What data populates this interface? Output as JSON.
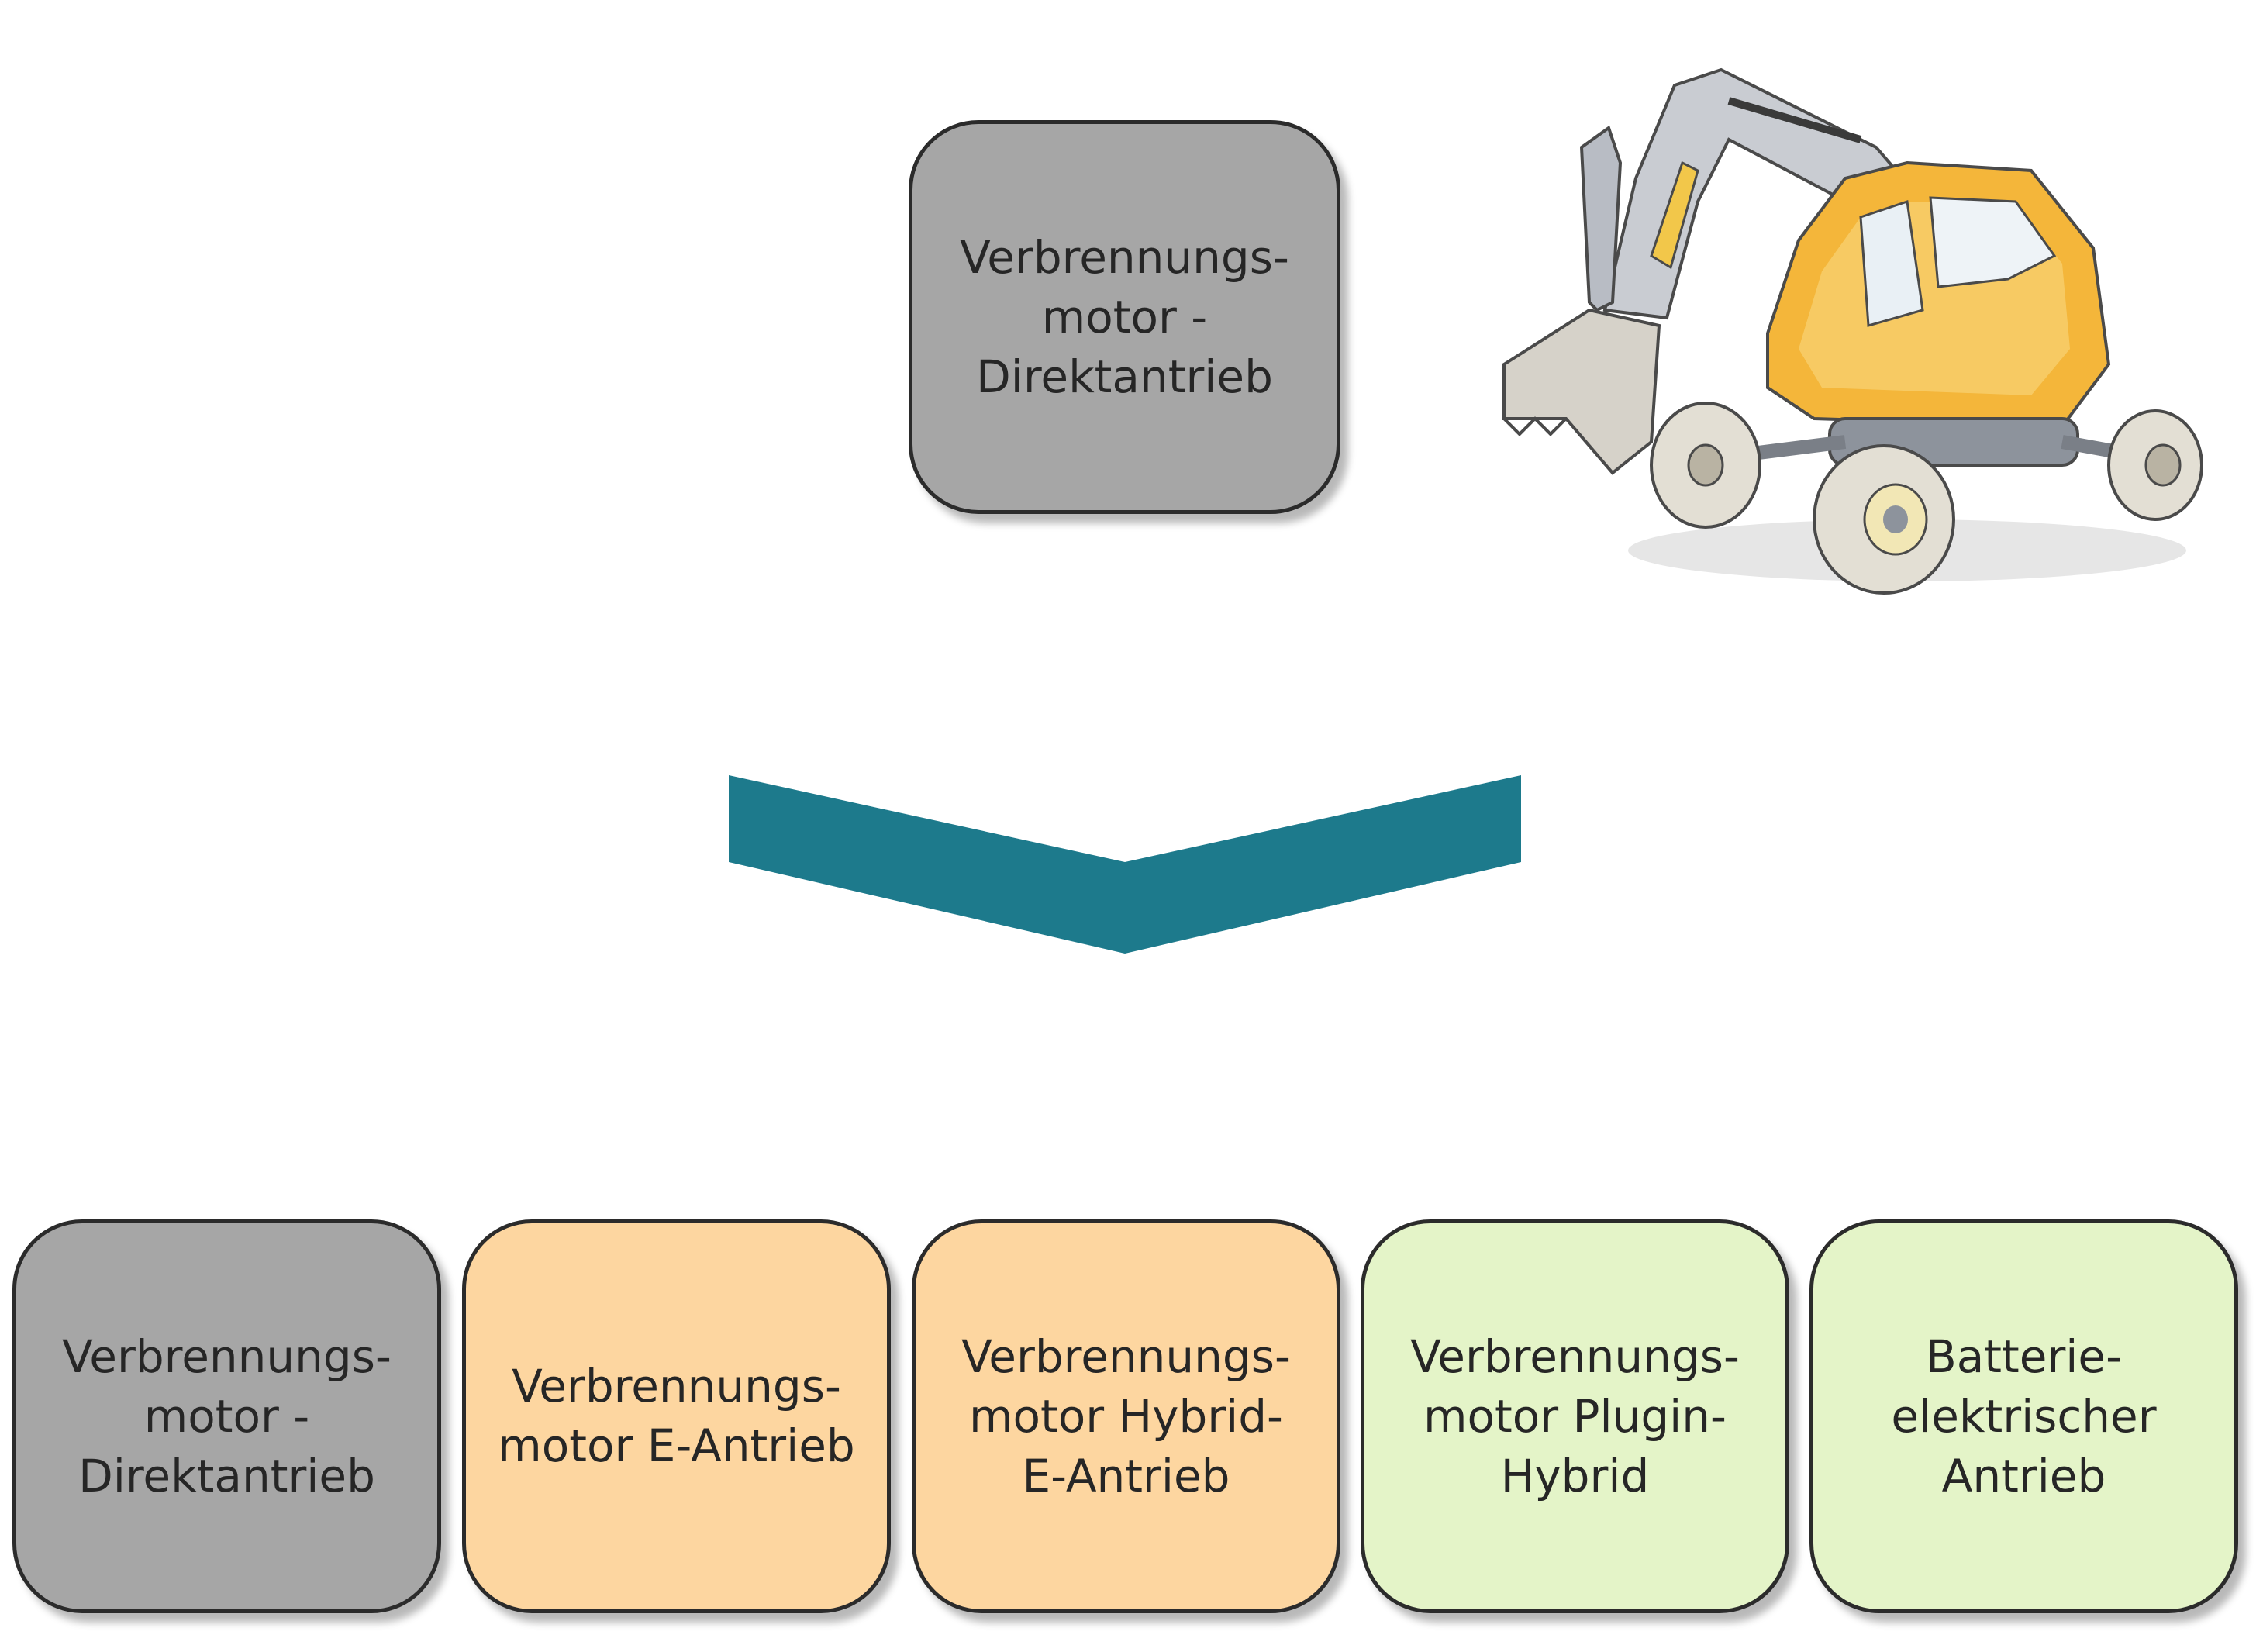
{
  "source": {
    "lines": [
      "Verbrennungs-",
      "motor -",
      "Direktantrieb"
    ],
    "color": "#a6a6a6"
  },
  "arrow": {
    "color": "#1d7a8c"
  },
  "targets": [
    {
      "lines": [
        "Verbrennungs-",
        "motor -",
        "Direktantrieb"
      ],
      "color": "#a6a6a6"
    },
    {
      "lines": [
        "Verbrennungs-",
        "motor E-Antrieb"
      ],
      "color": "#fdd6a0"
    },
    {
      "lines": [
        "Verbrennungs-",
        "motor Hybrid-",
        "E-Antrieb"
      ],
      "color": "#fdd6a0"
    },
    {
      "lines": [
        "Verbrennungs-",
        "motor Plugin-",
        "Hybrid"
      ],
      "color": "#e4f4c8"
    },
    {
      "lines": [
        "Batterie-",
        "elektrischer",
        "Antrieb"
      ],
      "color": "#e4f4c8"
    }
  ],
  "illustration": {
    "icon": "excavator-icon"
  }
}
